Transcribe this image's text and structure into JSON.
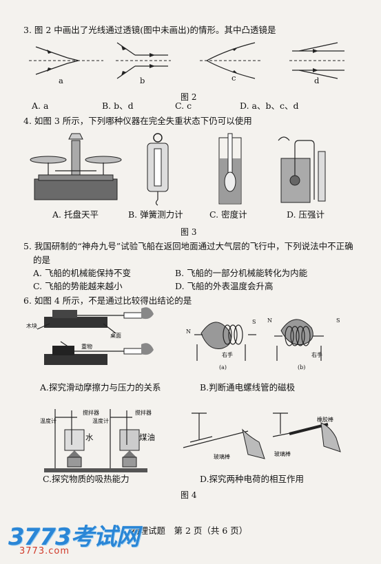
{
  "q3": {
    "stem": "3. 图 2 中画出了光线通过透镜(图中未画出)的情形。其中凸透镜是",
    "fig_labels": [
      "a",
      "b",
      "c",
      "d"
    ],
    "fig_caption": "图 2",
    "options": [
      "A. a",
      "B. b、d",
      "C. c",
      "D. a、b、c、d"
    ]
  },
  "q4": {
    "stem": "4. 如图 3 所示，下列哪种仪器在完全失重状态下仍可以使用",
    "options": [
      "A. 托盘天平",
      "B. 弹簧测力计",
      "C. 密度计",
      "D. 压强计"
    ],
    "fig_caption": "图 3"
  },
  "q5": {
    "stem_line1": "5. 我国研制的“神舟九号”试验飞船在返回地面通过大气层的飞行中，下列说法中不正确",
    "stem_line2": "的是",
    "options": [
      "A. 飞船的机械能保持不变",
      "B. 飞船的一部分机械能转化为内能",
      "C. 飞船的势能越来越小",
      "D. 飞船的外表温度会升高"
    ]
  },
  "q6": {
    "stem": "6. 如图 4 所示，不是通过比较得出结论的是",
    "fig_labels": {
      "block": "木块",
      "table": "桌面",
      "weight": "重物",
      "n1": "N",
      "s1": "S",
      "n2": "N",
      "s2": "S",
      "right_hand1": "右手",
      "right_hand2": "右手",
      "sub_a": "(a)",
      "sub_b": "(b)",
      "stirrer1": "搅拌器",
      "stirrer2": "搅拌器",
      "thermo1": "温度计",
      "thermo2": "温度计",
      "water": "水",
      "oil": "煤油",
      "glass1": "玻璃棒",
      "glass2": "玻璃棒",
      "rubber": "橡胶棒"
    },
    "options": [
      "A.探究滑动摩擦力与压力的关系",
      "B.判断通电螺线管的磁极",
      "C.探究物质的吸热能力",
      "D.探究两种电荷的相互作用"
    ],
    "fig_caption": "图 4"
  },
  "footer": "物理试题　第 2 页（共 6 页）",
  "watermark": {
    "main": "3773考试网",
    "sub": "3773.com"
  }
}
